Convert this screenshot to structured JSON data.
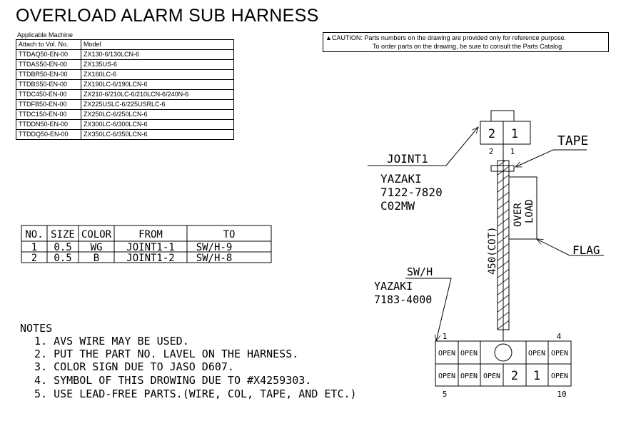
{
  "title": "OVERLOAD ALARM SUB HARNESS",
  "applicable_machine": {
    "label": "Applicable Machine",
    "headers": [
      "Attach to Vol. No.",
      "Model"
    ],
    "rows": [
      [
        "TTDAQ50-EN-00",
        "ZX130-6/130LCN-6"
      ],
      [
        "TTDAS50-EN-00",
        "ZX135US-6"
      ],
      [
        "TTDBR50-EN-00",
        "ZX160LC-6"
      ],
      [
        "TTDBS50-EN-00",
        "ZX190LC-6/190LCN-6"
      ],
      [
        "TTDC450-EN-00",
        "ZX210-6/210LC-6/210LCN-6/240N-6"
      ],
      [
        "TTDFB50-EN-00",
        "ZX225USLC-6/225USRLC-6"
      ],
      [
        "TTDC150-EN-00",
        "ZX250LC-6/250LCN-6"
      ],
      [
        "TTDDN50-EN-00",
        "ZX300LC-6/300LCN-6"
      ],
      [
        "TTDDQ50-EN-00",
        "ZX350LC-6/350LCN-6"
      ]
    ]
  },
  "caution": {
    "line1": "CAUTION: Parts numbers on the drawing are provided only for reference purpose.",
    "line2": "To order parts on the drawing, be sure to consult the Parts Catalog."
  },
  "wire_table": {
    "headers": [
      "NO.",
      "SIZE",
      "COLOR",
      "FROM",
      "TO"
    ],
    "rows": [
      [
        "1",
        "0.5",
        "WG",
        "JOINT1-1",
        "SW/H-9"
      ],
      [
        "2",
        "0.5",
        "B",
        "JOINT1-2",
        "SW/H-8"
      ]
    ]
  },
  "notes": {
    "heading": "NOTES",
    "items": [
      "1. AVS WIRE MAY BE USED.",
      "2. PUT THE PART NO. LAVEL ON THE HARNESS.",
      "3. COLOR SIGN DUE TO JASO D607.",
      "4. SYMBOL OF THIS DROWING DUE TO #X4259303.",
      "5. USE LEAD-FREE PARTS.(WIRE, COL, TAPE, AND ETC.)"
    ]
  },
  "drawing": {
    "joint1": {
      "label": "JOINT1",
      "maker": "YAZAKI",
      "part": "7122-7820",
      "code": "C02MW",
      "pins": [
        "2",
        "1"
      ],
      "pin_labels": [
        "2",
        "1"
      ]
    },
    "tape_label": "TAPE",
    "flag_label": "FLAG",
    "flag_text": [
      "OVER",
      "LOAD"
    ],
    "wire_length": "450(COT)",
    "swh": {
      "label": "SW/H",
      "maker": "YAZAKI",
      "part": "7183-4000",
      "top_row": [
        "OPEN",
        "OPEN",
        "",
        "OPEN",
        "OPEN"
      ],
      "bottom_row": [
        "OPEN",
        "OPEN",
        "OPEN",
        "2",
        "1",
        "OPEN"
      ],
      "corner_labels": [
        "1",
        "4",
        "5",
        "10"
      ]
    }
  }
}
